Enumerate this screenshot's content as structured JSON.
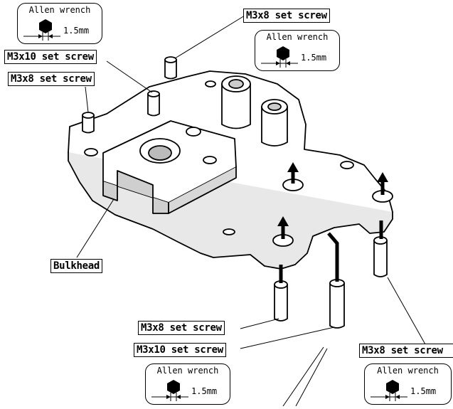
{
  "labels": {
    "m3x8_top_right": "M3x8 set screw",
    "m3x10_top_left": "M3x10 set screw",
    "m3x8_top_left": "M3x8 set screw",
    "bulkhead": "Bulkhead",
    "m3x8_bottom_center": "M3x8 set screw",
    "m3x10_bottom_center": "M3x10 set screw",
    "m3x8_bottom_right": "M3x8 set screw"
  },
  "allen_wrench": {
    "title": "Allen wrench",
    "size": "1.5mm"
  }
}
